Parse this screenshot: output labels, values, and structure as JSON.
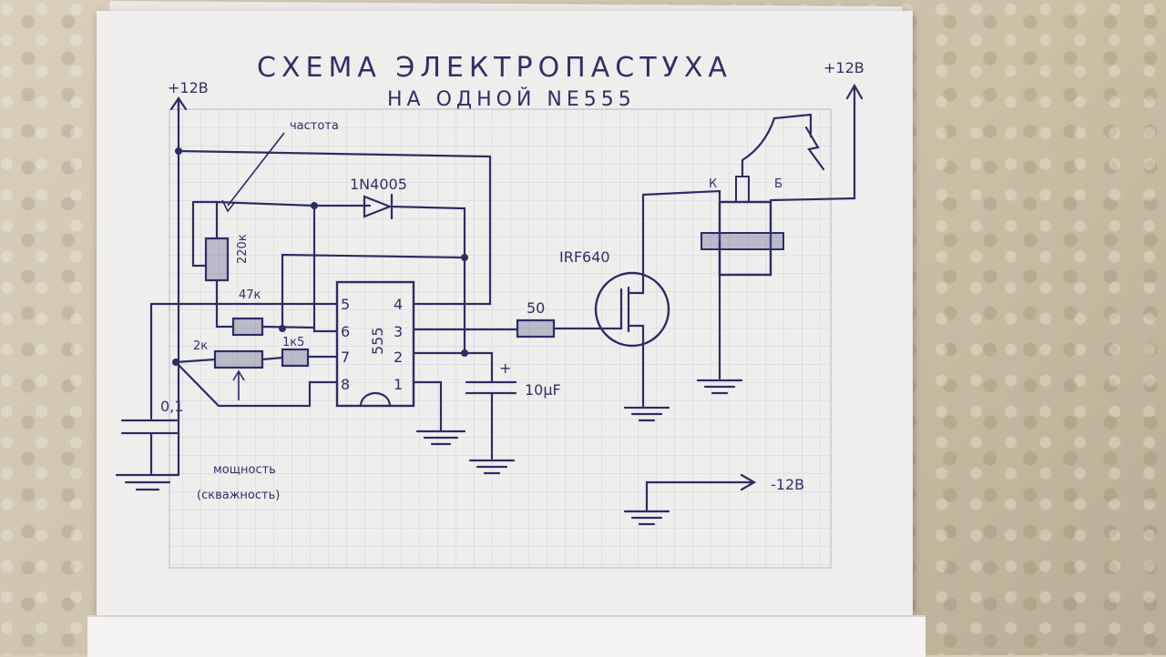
{
  "title": "СХЕМА ЭЛЕКТРОПАСТУХА",
  "subtitle": "НА ОДНОЙ NE555",
  "labels": {
    "plus12_left": "+12В",
    "plus12_right": "+12В",
    "minus12": "-12В",
    "frequency": "частота",
    "diode": "1N4005",
    "pot_freq": "220к",
    "res_47k": "47к",
    "res_2k": "2к",
    "res_1k5": "1к5",
    "res_50": "50",
    "cap_01": "0,1",
    "cap_10uf": "10μF",
    "cap_plus": "+",
    "mosfet": "IRF640",
    "ic": "555",
    "power_line1": "мощность",
    "power_line2": "(скважность)",
    "coil_k": "К",
    "coil_b": "Б"
  },
  "ic_pins": {
    "left": [
      "5",
      "6",
      "7",
      "8"
    ],
    "right": [
      "4",
      "3",
      "2",
      "1"
    ]
  },
  "colors": {
    "ink": "#2c2c66",
    "paper": "#efeeec",
    "grid": "#c9d3e0",
    "background": "#d8cdb8"
  }
}
